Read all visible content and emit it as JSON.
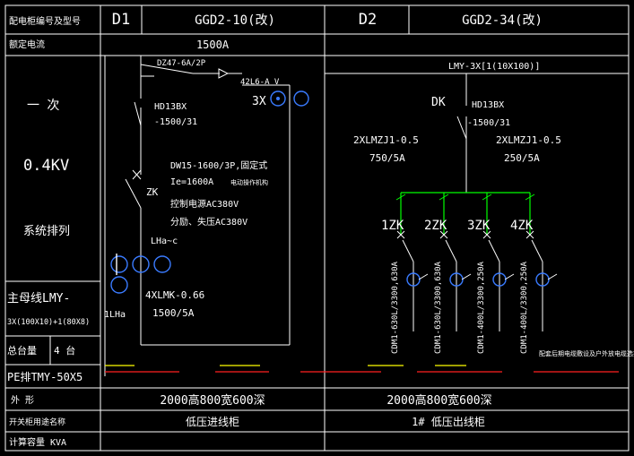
{
  "header": {
    "row_label": "配电柜编号及型号",
    "cab1_id": "D1",
    "cab1_model": "GGD2-10(改)",
    "cab2_id": "D2",
    "cab2_model": "GGD2-34(改)"
  },
  "rated": {
    "label": "额定电流",
    "value": "1500A"
  },
  "left_panel": {
    "primary": "一    次",
    "voltage": "0.4KV",
    "system": "系统排列",
    "busbar_a": "主母线LMY-",
    "busbar_b": "3X(100X10)+1(80X8)",
    "total_label": "总台量",
    "total_value": "4  台",
    "pe": "PE排TMY-50X5"
  },
  "cab1": {
    "breaker_top": "DZ47-6A/2P",
    "meter": "42L6-A  V",
    "meter_count": "3X",
    "switch_model": "HD13BX",
    "switch_rating": "-1500/31",
    "zk": "ZK",
    "dw_model": "DW15-1600/3P,固定式",
    "ie": "Ie=1600A",
    "ie_note": "电动操作机构",
    "ctrl_v": "控制电源AC380V",
    "shunt_v": "分励、失压AC380V",
    "lh_tag": "LHa~c",
    "ct_model": "4XLMK-0.66",
    "ct_ratio": "1500/5A",
    "lh": "1LHa"
  },
  "cab2": {
    "bus": "LMY-3X[1(10X100)]",
    "dk": "DK",
    "switch_model": "HD13BX",
    "switch_rating": "-1500/31",
    "ct_left_model": "2XLMZJ1-0.5",
    "ct_left_ratio": "750/5A",
    "ct_right_model": "2XLMZJ1-0.5",
    "ct_right_ratio": "250/5A",
    "feeders": [
      {
        "tag": "1ZK",
        "breaker": "CDM1-630L/3300,630A"
      },
      {
        "tag": "2ZK",
        "breaker": "CDM1-630L/3300,630A"
      },
      {
        "tag": "3ZK",
        "breaker": "CDM1-400L/3300,250A"
      },
      {
        "tag": "4ZK",
        "breaker": "CDM1-400L/3300,250A"
      }
    ],
    "note": "配套后期电缆敷设及户外放电缆选择"
  },
  "bottom": {
    "dim_label": "外    形",
    "dim1": "2000高800宽600深",
    "dim2": "2000高800宽600深",
    "use_label": "开关柜用途名称",
    "use1": "低压进线柜",
    "use2": "1# 低压出线柜",
    "cap_label": "计算容量    KVA"
  },
  "colors": {
    "frame": "#ffffff",
    "bus": "#ffffff",
    "feeder": "#00ff00",
    "ct": "#3a7bff",
    "switch": "#ffffff",
    "pe": "#ff2020",
    "pe_yellow": "#ffff00"
  }
}
